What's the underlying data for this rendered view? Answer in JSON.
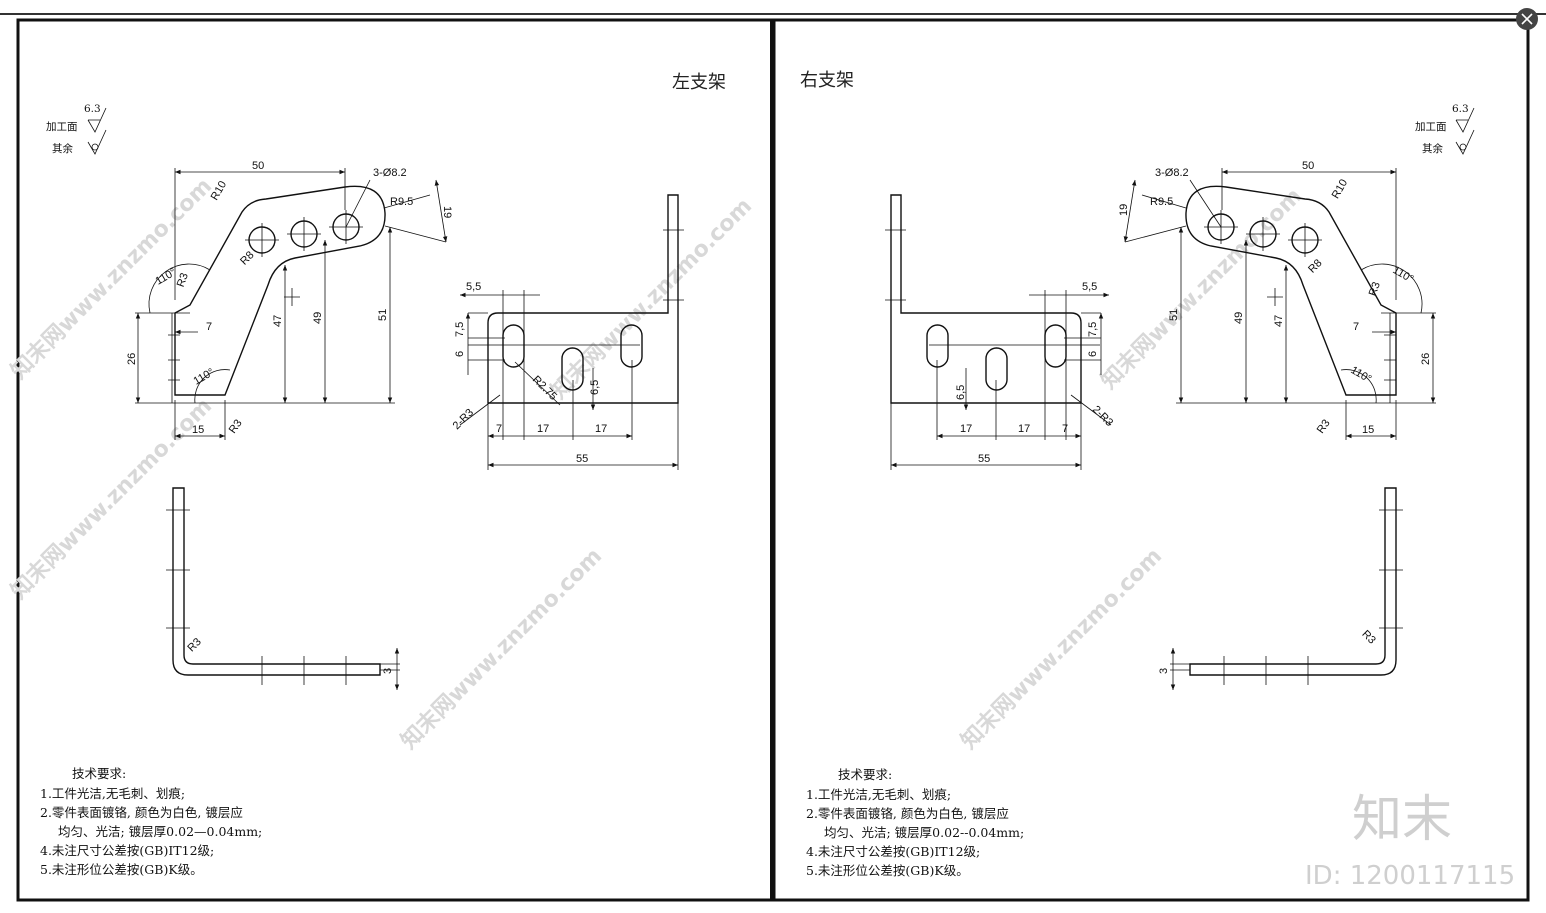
{
  "left_sheet": {
    "title": "左支架",
    "surface": {
      "machined_label": "加工面",
      "roughness": "6.3",
      "other_label": "其余"
    },
    "dims": {
      "d50": "50",
      "holes": "3-Ø8.2",
      "r10": "R10",
      "r95": "R9.5",
      "d19": "19",
      "a110": "110°",
      "r3a": "R3",
      "r8": "R8",
      "d7": "7",
      "d26": "26",
      "d47": "47",
      "d49": "49",
      "d51": "51",
      "a110b": "110°",
      "r3b": "R3",
      "d15": "15",
      "s55a": "5,5",
      "s75": "7,5",
      "s6": "6",
      "r275": "R2.75",
      "s65": "6,5",
      "r3c": "2-R3",
      "s7": "7",
      "s17a": "17",
      "s17b": "17",
      "s55": "55",
      "r3d": "R3",
      "t3": "3"
    },
    "notes": {
      "heading": "技术要求:",
      "line1": "1.工件光洁,无毛刺、划痕;",
      "line2": "2.零件表面镀铬, 颜色为白色, 镀层应",
      "line3": "均匀、光洁; 镀层厚0.02—0.04mm;",
      "line4": "4.未注尺寸公差按(GB)IT12级;",
      "line5": "5.未注形位公差按(GB)K级。"
    }
  },
  "right_sheet": {
    "title": "右支架",
    "surface": {
      "machined_label": "加工面",
      "roughness": "6.3",
      "other_label": "其余"
    },
    "dims": {
      "d50": "50",
      "holes": "3-Ø8.2",
      "r10": "R10",
      "r95": "R9.5",
      "d19": "19",
      "a110": "110°",
      "r3a": "R3",
      "r8": "R8",
      "d7": "7",
      "d26": "26",
      "d47": "47",
      "d49": "49",
      "d51": "51",
      "a110b": "110°",
      "r3b": "R3",
      "d15": "15",
      "s55a": "5,5",
      "s75": "7,5",
      "s6": "6",
      "s65": "6,5",
      "r3c": "2-R3",
      "s7": "7",
      "s17a": "17",
      "s17b": "17",
      "s55": "55",
      "r3d": "R3",
      "t3": "3"
    },
    "notes": {
      "heading": "技术要求:",
      "line1": "1.工件光洁,无毛刺、划痕;",
      "line2": "2.零件表面镀铬, 颜色为白色, 镀层应",
      "line3": "均匀、光洁; 镀层厚0.02--0.04mm;",
      "line4": "4.未注尺寸公差按(GB)IT12级;",
      "line5": "5.未注形位公差按(GB)K级。"
    }
  },
  "watermark": {
    "text": "知末网www.znzmo.com",
    "brand": "知末",
    "id_label": "ID: 1200117115"
  }
}
